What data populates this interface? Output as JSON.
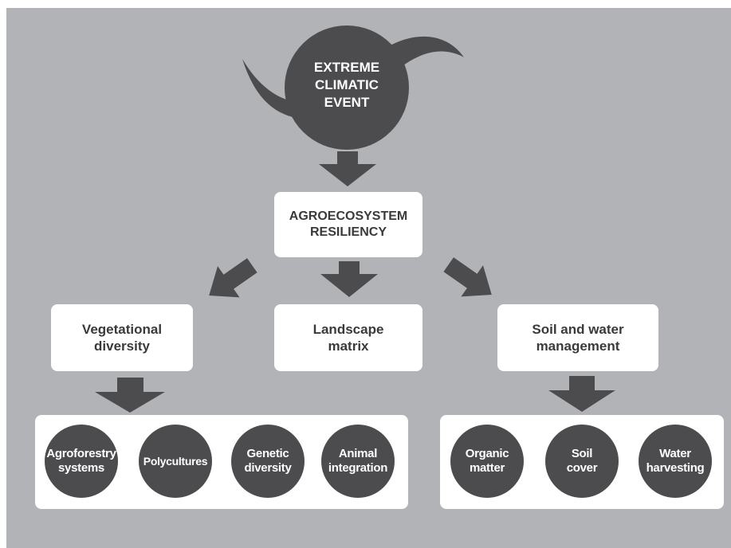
{
  "event": {
    "label": "EXTREME\nCLIMATIC\nEVENT"
  },
  "resiliency": {
    "label": "AGROECOSYSTEM\nRESILIENCY"
  },
  "categories": {
    "vegetational": {
      "label": "Vegetational\ndiversity"
    },
    "landscape": {
      "label": "Landscape\nmatrix"
    },
    "soil_water": {
      "label": "Soil and water\nmanagement"
    }
  },
  "vegetational_practices": [
    {
      "label": "Agroforestry\nsystems"
    },
    {
      "label": "Polycultures"
    },
    {
      "label": "Genetic\ndiversity"
    },
    {
      "label": "Animal\nintegration"
    }
  ],
  "soil_water_practices": [
    {
      "label": "Organic\nmatter"
    },
    {
      "label": "Soil\ncover"
    },
    {
      "label": "Water\nharvesting"
    }
  ],
  "colors": {
    "background": "#b1b3b6",
    "dark_shape": "#4c4c4e",
    "box": "#ffffff",
    "box_text": "#3a3a3a"
  }
}
